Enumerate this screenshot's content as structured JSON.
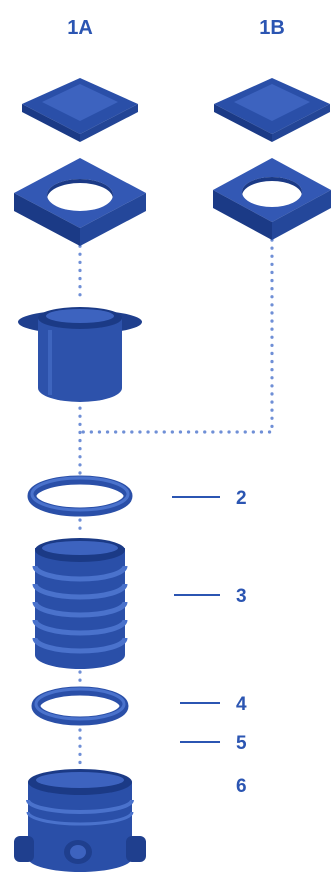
{
  "columns": {
    "left": "1A",
    "right": "1B"
  },
  "callouts": [
    {
      "number": "2",
      "part": "seal-ring-upper"
    },
    {
      "number": "3",
      "part": "corrugated-riser"
    },
    {
      "number": "4",
      "part": "seal-ring-lower"
    },
    {
      "number": "5",
      "part": "chamber-top-rim"
    },
    {
      "number": "6",
      "part": "chamber-base"
    }
  ],
  "colors": {
    "part_fill": "#2f55b0",
    "part_top": "#4a72cc",
    "part_dark": "#1b3a86",
    "hole": "#ffffff",
    "label": "#2b55b2",
    "dots": "#6f8fd6"
  },
  "icons": {
    "cover": "square-lid-icon",
    "frame": "square-frame-icon",
    "adapter": "cylinder-adapter-icon",
    "ring": "seal-ring-icon",
    "riser": "corrugated-pipe-icon",
    "base": "chamber-base-icon"
  }
}
